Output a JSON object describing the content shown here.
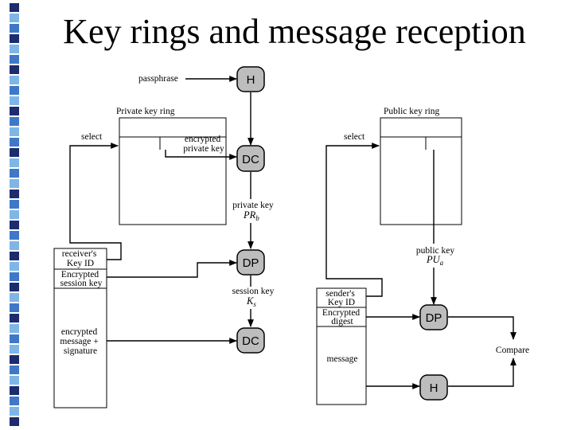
{
  "title": "Key rings and message reception",
  "colors": {
    "stripe_dark": "#1c2c6e",
    "stripe_mid": "#3f78c8",
    "stripe_light": "#7fb6e6",
    "node_fill": "#bdbdbd"
  },
  "nodes": {
    "h_top": "H",
    "dc_top": "DC",
    "dp_left": "DP",
    "dc_bottom": "DC",
    "dp_right": "DP",
    "h_bottom": "H"
  },
  "labels": {
    "passphrase": "passphrase",
    "private_key_ring": "Private key ring",
    "public_key_ring": "Public key ring",
    "select_left": "select",
    "select_right": "select",
    "encrypted_private_key": [
      "encrypted",
      "private key"
    ],
    "private_key": "private key",
    "private_key_sym": "PR",
    "private_key_sub": "b",
    "public_key": "public key",
    "public_key_sym": "PU",
    "public_key_sub": "a",
    "session_key": "session key",
    "session_key_sym": "K",
    "session_key_sub": "s",
    "receivers_key_id": [
      "receiver's",
      "Key ID"
    ],
    "encrypted_session_key": [
      "Encrypted",
      "session key"
    ],
    "encrypted_message_signature": [
      "encrypted",
      "message +",
      "signature"
    ],
    "senders_key_id": [
      "sender's",
      "Key ID"
    ],
    "encrypted_digest": [
      "Encrypted",
      "digest"
    ],
    "message": "message",
    "compare": "Compare"
  }
}
